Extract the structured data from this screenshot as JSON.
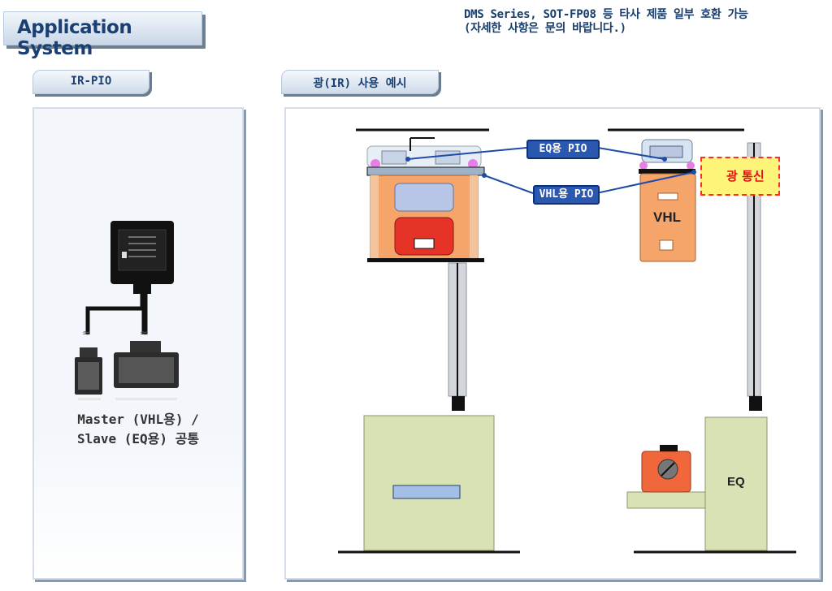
{
  "header": {
    "title": "Application System",
    "note_line1": "DMS Series, SOT-FP08 등 타사 제품 일부 호환 가능",
    "note_line2": "(자세한 사항은 문의 바랍니다.)"
  },
  "left_section": {
    "tab_label": "IR-PIO",
    "caption_line1": "Master (VHL용) /",
    "caption_line2": "Slave (EQ용) 공통"
  },
  "right_section": {
    "tab_label": "광(IR) 사용 예시",
    "callout_eq": "EQ용 PIO",
    "callout_vhl": "VHL용 PIO",
    "comm_label": "광 통신",
    "vhl_label": "VHL",
    "eq_label": "EQ"
  },
  "colors": {
    "title_text": "#1a3f73",
    "callout_bg": "#2a57b0",
    "vhl_orange": "#f6a56a",
    "eq_green": "#d9e2b4",
    "comm_yellow": "#fff47a",
    "comm_red": "#e01010"
  }
}
